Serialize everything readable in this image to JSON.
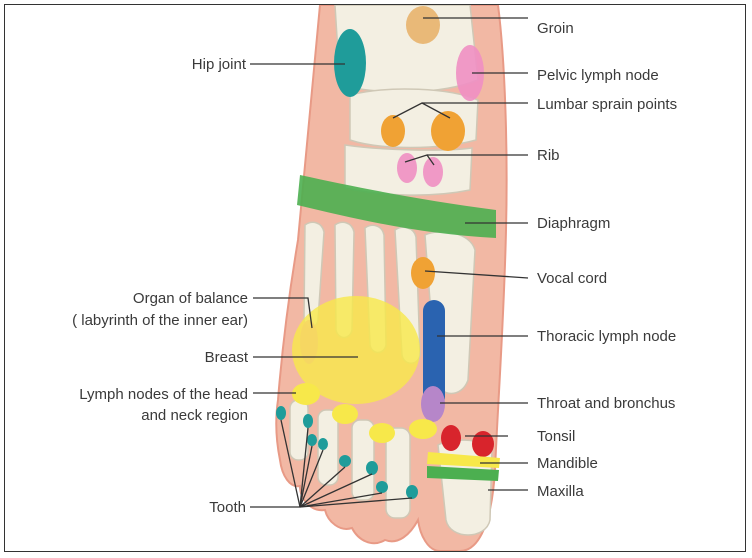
{
  "labels": {
    "groin": "Groin",
    "hip_joint": "Hip joint",
    "pelvic_lymph_node": "Pelvic lymph node",
    "lumbar_sprain_points": "Lumbar sprain points",
    "rib": "Rib",
    "diaphragm": "Diaphragm",
    "vocal_cord": "Vocal cord",
    "organ_of_balance_line1": "Organ of balance",
    "organ_of_balance_line2": "( labyrinth of the inner ear)",
    "thoracic_lymph_node": "Thoracic lymph node",
    "breast": "Breast",
    "lymph_nodes_line1": "Lymph nodes of the head",
    "lymph_nodes_line2": "and neck region",
    "throat_and_bronchus": "Throat and  bronchus",
    "tonsil": "Tonsil",
    "mandible": "Mandible",
    "maxilla": "Maxilla",
    "tooth": "Tooth"
  },
  "colors": {
    "skin": "#f2b8a4",
    "skin_edge": "#e89a86",
    "bone": "#f3efe2",
    "bone_shadow": "#cfc8b6",
    "teal": "#1f9c9a",
    "pink": "#ef8fc3",
    "orange": "#f0a234",
    "tan": "#e9b978",
    "green": "#4caf50",
    "yellow": "#f7e84a",
    "blue": "#2a63b0",
    "purple": "#b686c9",
    "red": "#d8242c",
    "leader": "#333333"
  }
}
